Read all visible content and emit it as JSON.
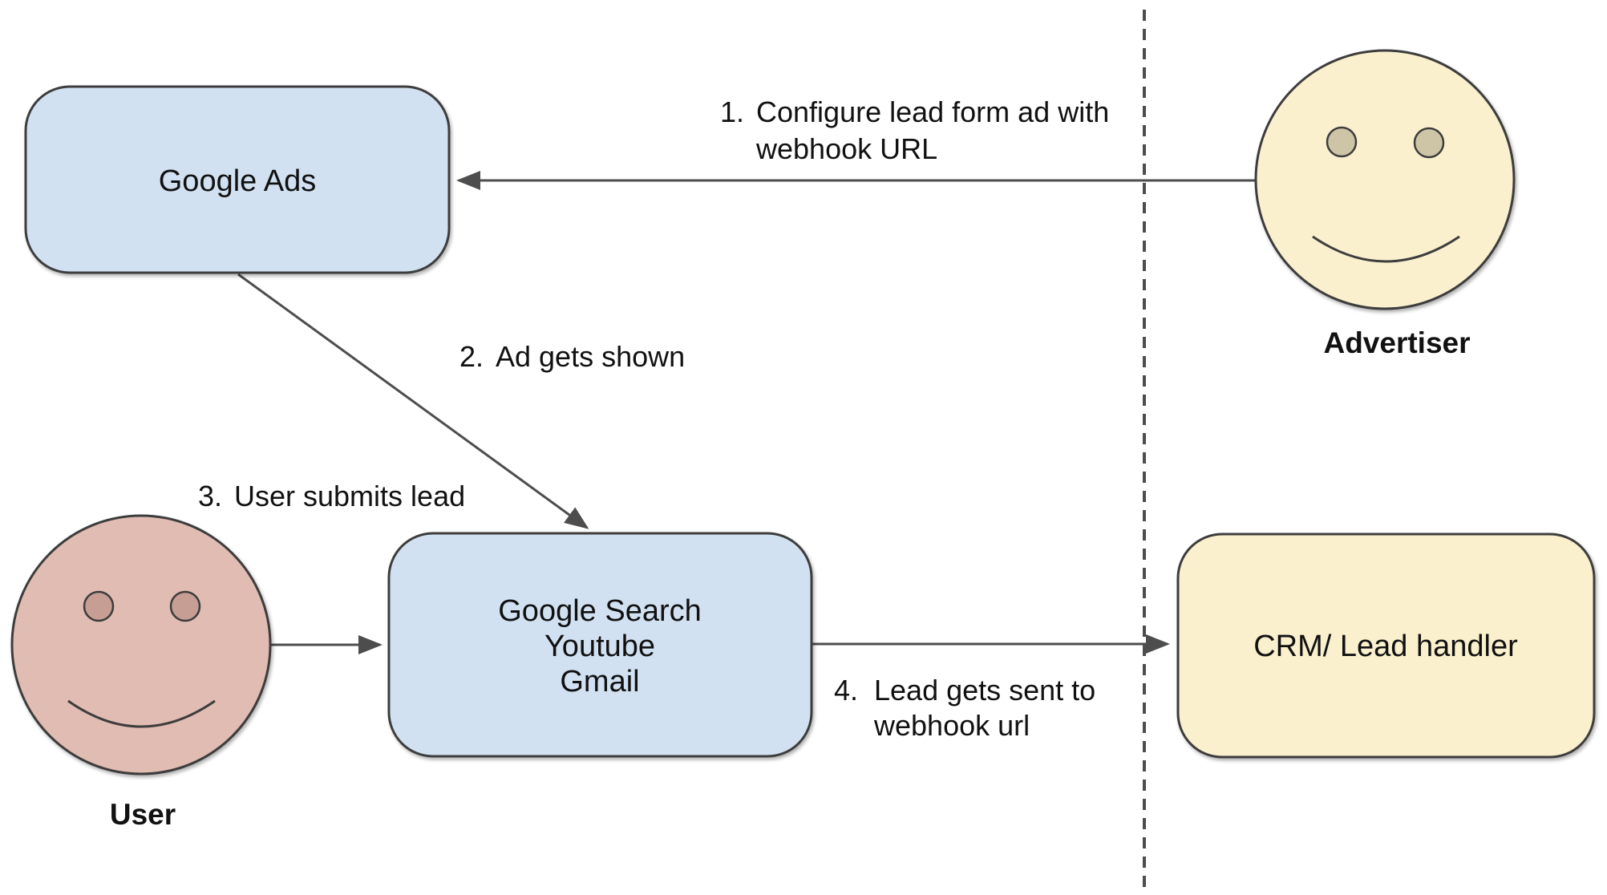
{
  "diagram": {
    "nodes": {
      "google_ads": {
        "label": "Google Ads"
      },
      "platforms": {
        "lines": [
          "Google Search",
          "Youtube",
          "Gmail"
        ]
      },
      "crm": {
        "label": "CRM/ Lead handler"
      }
    },
    "actors": {
      "advertiser": {
        "label": "Advertiser"
      },
      "user": {
        "label": "User"
      }
    },
    "steps": [
      {
        "num": "1.",
        "lines": [
          "Configure lead form ad with",
          "webhook URL"
        ]
      },
      {
        "num": "2.",
        "lines": [
          "Ad gets shown"
        ]
      },
      {
        "num": "3.",
        "lines": [
          "User submits lead"
        ]
      },
      {
        "num": "4.",
        "lines": [
          "Lead gets sent to",
          "webhook url"
        ]
      }
    ],
    "colors": {
      "box_blue": "#d2e1f1",
      "box_yellow": "#faf0ce",
      "face_yellow": "#faf0ce",
      "face_pink": "#e1bcb2",
      "eye_pink": "#c79e94",
      "eye_tan": "#cdc5a5",
      "outline": "#3d3d3d",
      "line": "#4d4d4d",
      "text": "#111111",
      "background": "#ffffff"
    }
  }
}
